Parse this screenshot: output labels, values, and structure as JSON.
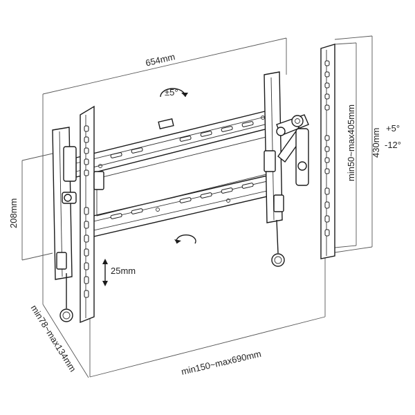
{
  "dimensions": {
    "width_top": "654mm",
    "tilt_plate": "±5°",
    "plate_height": "208mm",
    "height_right": "430mm",
    "vesa_vertical": "min50~max405mm",
    "tilt_up": "+5°",
    "tilt_down": "-12°",
    "vertical_adjust": "25mm",
    "vesa_horizontal": "min150~max690mm",
    "wall_distance": "min78~max134mm"
  }
}
